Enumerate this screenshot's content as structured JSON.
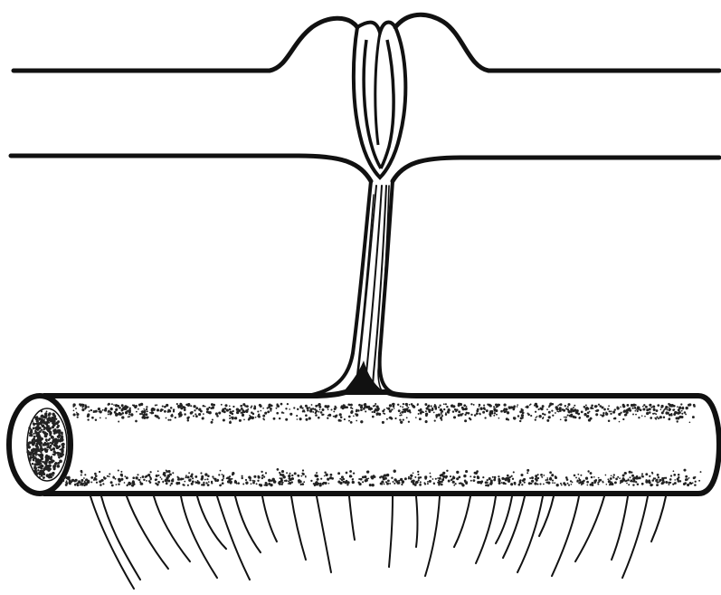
{
  "figure": {
    "kind": "line-drawing",
    "ink_color": "#111111",
    "background_color": "#ffffff",
    "stipple_color": "#222222",
    "parts": [
      "upper-layer",
      "lower-layer",
      "fold-loop",
      "connecting-stalk",
      "cylinder",
      "hair-strands"
    ]
  }
}
